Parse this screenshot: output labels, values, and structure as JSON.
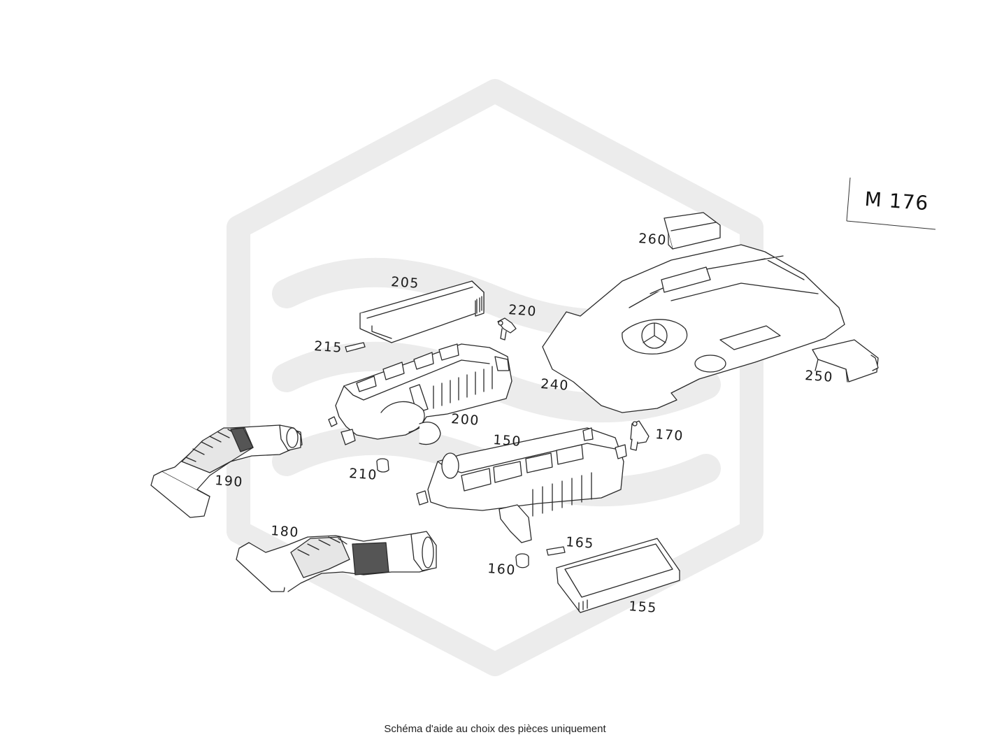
{
  "engine_code": "M 176",
  "caption": "Schéma d'aide au choix des pièces uniquement",
  "watermark_color": "#ececec",
  "line_color": "#2a2a2a",
  "callouts": [
    {
      "id": "150",
      "text": "150"
    },
    {
      "id": "155",
      "text": "155"
    },
    {
      "id": "160",
      "text": "160"
    },
    {
      "id": "165",
      "text": "165"
    },
    {
      "id": "170",
      "text": "170"
    },
    {
      "id": "180",
      "text": "180"
    },
    {
      "id": "190",
      "text": "190"
    },
    {
      "id": "200",
      "text": "200"
    },
    {
      "id": "205",
      "text": "205"
    },
    {
      "id": "210",
      "text": "210"
    },
    {
      "id": "215",
      "text": "215"
    },
    {
      "id": "220",
      "text": "220"
    },
    {
      "id": "240",
      "text": "240"
    },
    {
      "id": "250",
      "text": "250"
    },
    {
      "id": "260",
      "text": "260"
    }
  ]
}
